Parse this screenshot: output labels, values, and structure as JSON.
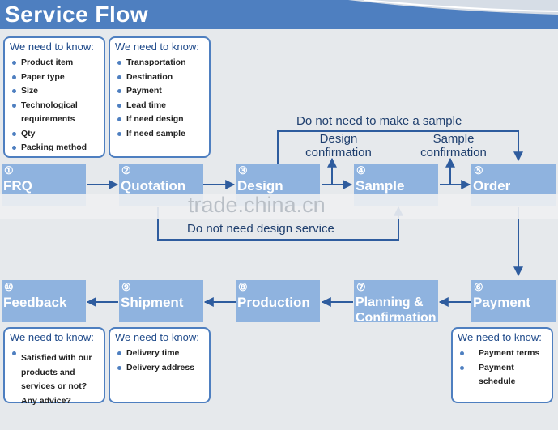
{
  "header": {
    "title": "Service Flow"
  },
  "boxes": {
    "know_product": {
      "title": "We need to know:",
      "items": [
        "Product item",
        "Paper type",
        "Size",
        "Technological requirements",
        "Qty",
        "Packing method"
      ]
    },
    "know_shipping": {
      "title": "We need to know:",
      "items": [
        "Transportation",
        "Destination",
        "Payment",
        "Lead time",
        "If need design",
        "If need sample"
      ]
    },
    "know_feedback": {
      "title": "We need to know:",
      "items": [
        "Satisfied with our products and services or not? Any advice?"
      ]
    },
    "know_delivery": {
      "title": "We need to know:",
      "items": [
        "Delivery time",
        "Delivery address"
      ]
    },
    "know_payment": {
      "title": "We need to know:",
      "items": [
        "Payment terms",
        "Payment schedule"
      ]
    }
  },
  "steps": [
    {
      "num": "①",
      "label": "FRQ"
    },
    {
      "num": "②",
      "label": "Quotation"
    },
    {
      "num": "③",
      "label": "Design"
    },
    {
      "num": "④",
      "label": "Sample"
    },
    {
      "num": "⑤",
      "label": "Order"
    },
    {
      "num": "⑥",
      "label": "Payment"
    },
    {
      "num": "⑦",
      "label": "Planning & Confirmation"
    },
    {
      "num": "⑧",
      "label": "Production"
    },
    {
      "num": "⑨",
      "label": "Shipment"
    },
    {
      "num": "⑩",
      "label": "Feedback"
    }
  ],
  "labels": {
    "no_sample": "Do not need to make a sample",
    "design_confirm": "Design confirmation",
    "sample_confirm": "Sample confirmation",
    "no_design": "Do not need design service"
  },
  "watermark": "trade.china.cn",
  "colors": {
    "header": "#4e7fc0",
    "step": "#8fb3df",
    "arrow": "#2e5c9e"
  }
}
